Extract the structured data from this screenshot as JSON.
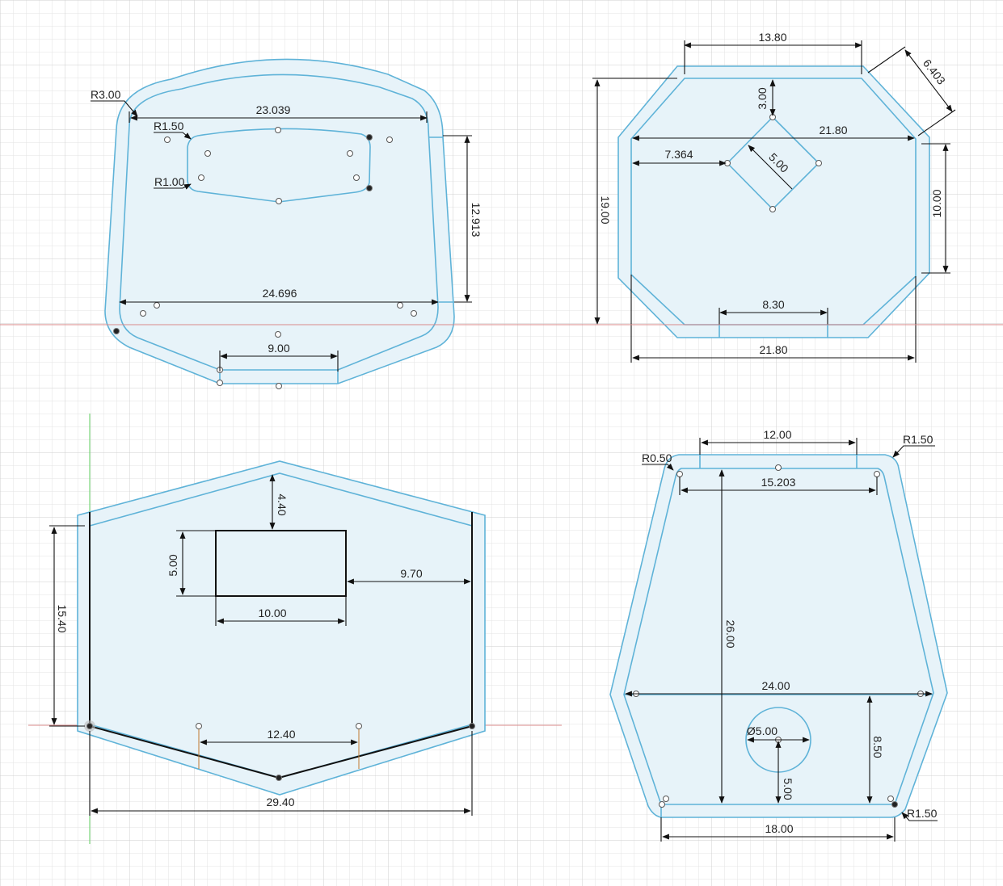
{
  "colors": {
    "grid_minor": "#e3e3e3",
    "grid_major": "#cfcfcf",
    "sketch": "#5fb3d8",
    "fill": "#e7f3f9",
    "dimension": "#111111",
    "x_axis": "#d98a8a",
    "y_axis": "#5fce5f"
  },
  "panels": {
    "top_left": {
      "dims": {
        "r300": "R3.00",
        "d23039": "23.039",
        "r150": "R1.50",
        "r100": "R1.00",
        "d12913": "12.913",
        "d24696": "24.696",
        "d900": "9.00"
      }
    },
    "top_right": {
      "dims": {
        "d1380": "13.80",
        "d6403": "6.403",
        "d300": "3.00",
        "d2180a": "21.80",
        "d7364": "7.364",
        "d500": "5.00",
        "d1900": "19.00",
        "d1000": "10.00",
        "d830": "8.30",
        "d2180b": "21.80"
      }
    },
    "bottom_left": {
      "dims": {
        "d440": "4.40",
        "d500": "5.00",
        "d970": "9.70",
        "d1000": "10.00",
        "d1540": "15.40",
        "d1240": "12.40",
        "d2940": "29.40"
      }
    },
    "bottom_right": {
      "dims": {
        "d1200": "12.00",
        "r150a": "R1.50",
        "r050": "R0.50",
        "d15203": "15.203",
        "d2600": "26.00",
        "d2400": "24.00",
        "dia500": "Ø5.00",
        "d850": "8.50",
        "d500": "5.00",
        "r150b": "R1.50",
        "d1800": "18.00"
      }
    }
  }
}
